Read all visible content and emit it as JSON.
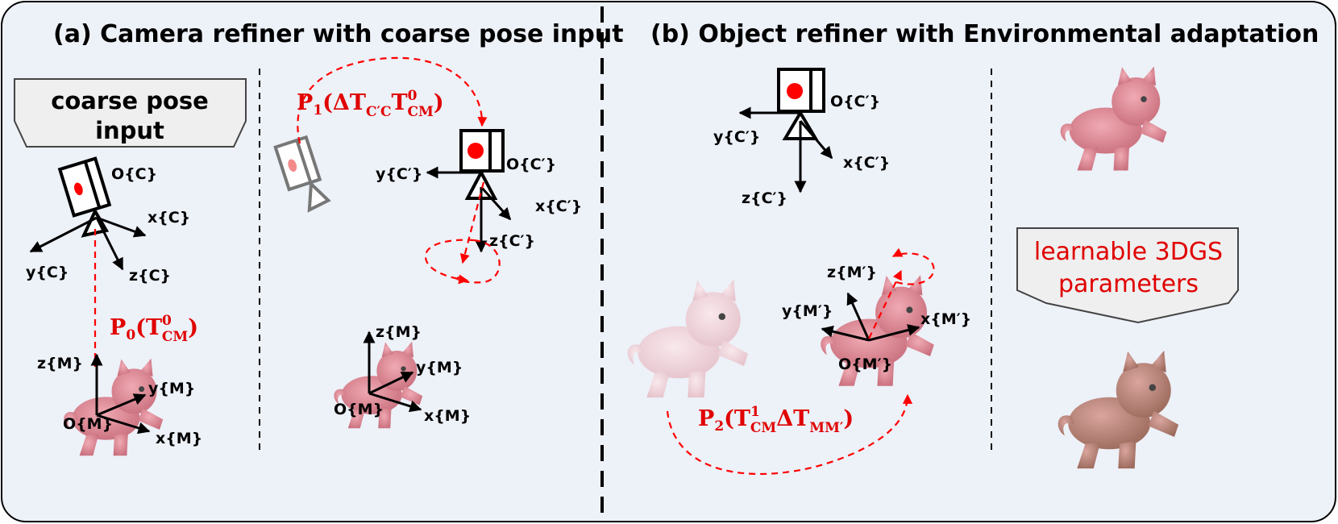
{
  "panel_a": {
    "title": "(a) Camera refiner with coarse pose input",
    "callout": {
      "line1": "coarse pose",
      "line2": "input"
    },
    "camera_frame": {
      "origin": "O{C}",
      "x": "x{C}",
      "y": "y{C}",
      "z": "z{C}"
    },
    "object_frame": {
      "origin": "O{M}",
      "x": "x{M}",
      "y": "y{M}",
      "z": "z{M}"
    },
    "pose_p0": {
      "P": "P",
      "idx": "0",
      "open": "(",
      "T": "T",
      "sup": "0",
      "sub": "CM",
      "close": ")"
    },
    "refined_camera_frame": {
      "origin": "O{C′}",
      "x": "x{C′}",
      "y": "y{C′}",
      "z": "z{C′}"
    },
    "pose_p1": {
      "P": "P",
      "idx": "1",
      "open": "(ΔT",
      "sub1": "C′C",
      "T": "T",
      "sup": "0",
      "sub2": "CM",
      "close": ")"
    },
    "object_frame_2": {
      "origin": "O{M}",
      "x": "x{M}",
      "y": "y{M}",
      "z": "z{M}"
    }
  },
  "panel_b": {
    "title": "(b) Object refiner with Environmental adaptation",
    "camera_frame": {
      "origin": "O{C′}",
      "x": "x{C′}",
      "y": "y{C′}",
      "z": "z{C′}"
    },
    "object_frame": {
      "origin": "O{M′}",
      "x": "x{M′}",
      "y": "y{M′}",
      "z": "z{M′}"
    },
    "pose_p2": {
      "P": "P",
      "idx": "2",
      "open": "(T",
      "sup": "1",
      "sub1": "CM",
      "mid": "ΔT",
      "sub2": "MM′",
      "close": ")"
    },
    "callout": {
      "line1": "learnable 3DGS",
      "line2": "parameters"
    }
  },
  "colors": {
    "panel_bg": "#edf1f8",
    "pose_red": "#e00000",
    "kitten_pink": "#d9838f",
    "kitten_faded": "#efd4db",
    "kitten_adapted": "#b98578"
  }
}
